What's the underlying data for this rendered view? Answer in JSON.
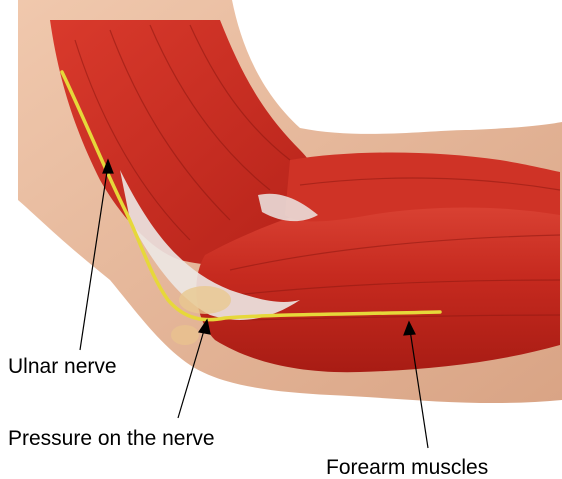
{
  "labels": {
    "ulnar_nerve": "Ulnar nerve",
    "pressure": "Pressure on the nerve",
    "forearm_muscles": "Forearm muscles"
  },
  "colors": {
    "skin": "#e9b99c",
    "muscle": "#c8261e",
    "muscle_highlight": "#e8604f",
    "tendon": "#eeeae6",
    "nerve": "#e6d83a",
    "background": "#ffffff"
  }
}
